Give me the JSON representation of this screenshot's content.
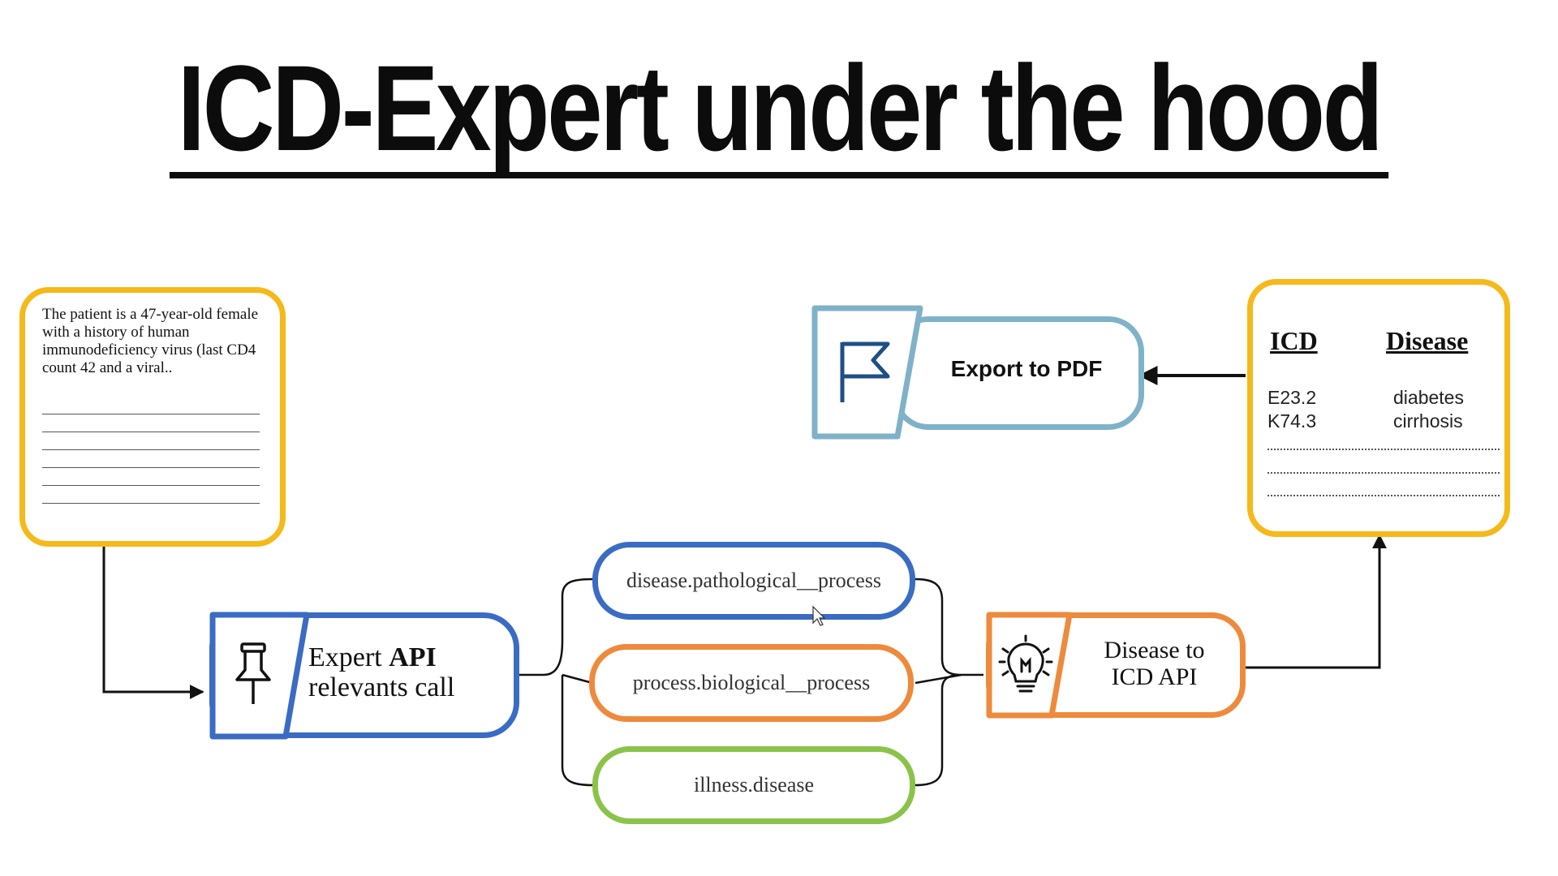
{
  "title": "ICD-Expert under the hood",
  "patient_note": {
    "text": "The patient is a 47-year-old female with a history of human immunodeficiency virus (last CD4 count 42 and a viral.."
  },
  "expert_api": {
    "label_normal": "Expert ",
    "label_bold": "API",
    "label_line2": "relevants call",
    "icon": "pushpin-icon"
  },
  "options": [
    {
      "label": "disease.pathological__process",
      "color": "#3A6CC4"
    },
    {
      "label": "process.biological__process",
      "color": "#EE8A3C"
    },
    {
      "label": "illness.disease",
      "color": "#8BC34A"
    }
  ],
  "disease_api": {
    "line1": "Disease to",
    "line2": "ICD API",
    "icon": "lightbulb-icon"
  },
  "icd_table": {
    "headers": [
      "ICD",
      "Disease"
    ],
    "rows": [
      [
        "E23.2",
        "diabetes"
      ],
      [
        "K74.3",
        "cirrhosis"
      ]
    ]
  },
  "export": {
    "label": "Export to PDF",
    "icon": "flag-icon"
  },
  "colors": {
    "yellow": "#F5B91A",
    "blue": "#3A6CC4",
    "orange": "#EE8A3C",
    "green": "#8BC34A",
    "teal": "#7FB2C8"
  }
}
